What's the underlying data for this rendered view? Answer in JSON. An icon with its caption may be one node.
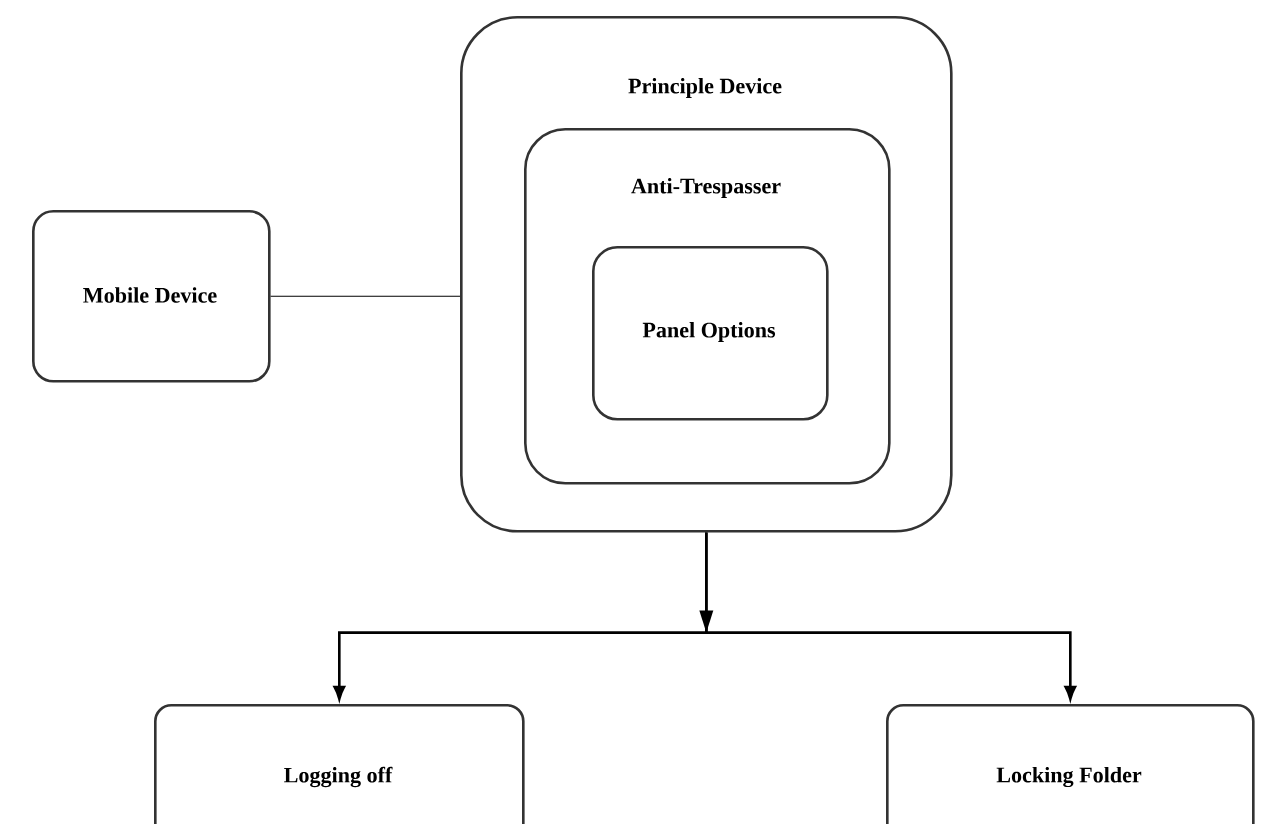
{
  "diagram": {
    "nodes": [
      {
        "text": [
          "Principle Device"
        ]
      },
      {
        "text": [
          "Anti-Trespasser"
        ],
        "in": 0
      },
      {
        "text": [
          "Panel Options"
        ],
        "in": 1
      },
      {
        "text": [
          "Mobile Device"
        ]
      },
      {
        "text": [
          "Logging off"
        ]
      },
      {
        "text": [
          "Locking Folder"
        ]
      }
    ],
    "edges": [
      {
        "from": 3,
        "to": 0,
        "arrow": "none"
      },
      {
        "from": 0,
        "to": 4,
        "arrow": "to"
      },
      {
        "from": 0,
        "to": 5,
        "arrow": "to"
      }
    ]
  }
}
